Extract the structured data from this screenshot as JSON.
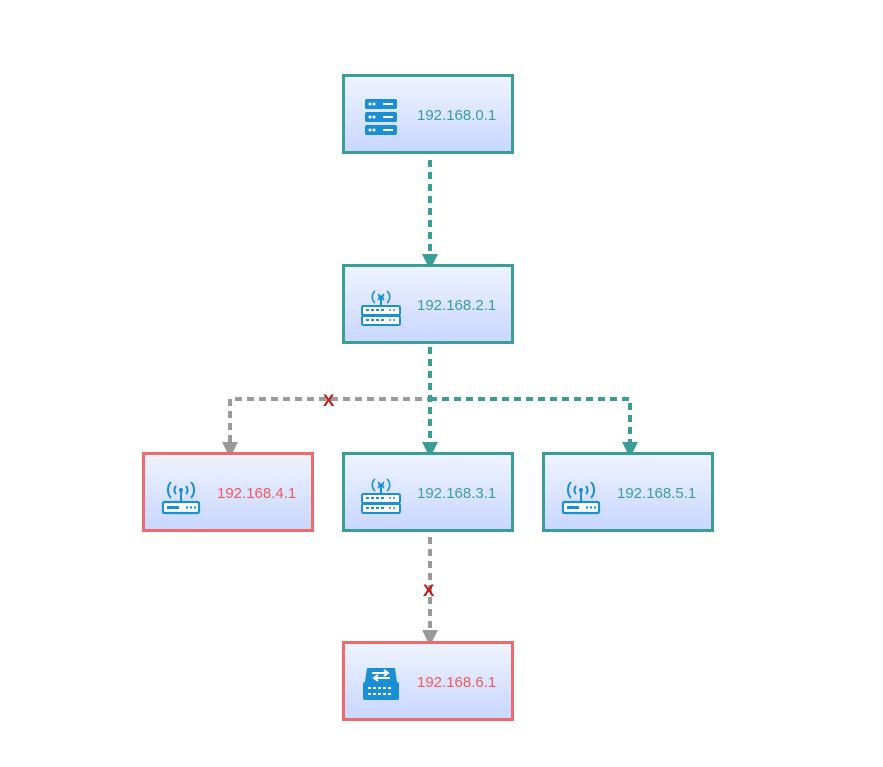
{
  "nodes": [
    {
      "id": "server",
      "ip": "192.168.0.1",
      "device": "server-icon",
      "status": "normal"
    },
    {
      "id": "router-2",
      "ip": "192.168.2.1",
      "device": "router-icon",
      "status": "normal"
    },
    {
      "id": "router-4",
      "ip": "192.168.4.1",
      "device": "wireless-router-icon",
      "status": "down"
    },
    {
      "id": "router-3",
      "ip": "192.168.3.1",
      "device": "router-icon",
      "status": "normal"
    },
    {
      "id": "router-5",
      "ip": "192.168.5.1",
      "device": "wireless-router-icon",
      "status": "normal"
    },
    {
      "id": "switch-6",
      "ip": "192.168.6.1",
      "device": "switch-icon",
      "status": "down"
    }
  ],
  "links": [
    {
      "from": "192.168.0.1",
      "to": "192.168.2.1",
      "status": "up"
    },
    {
      "from": "192.168.2.1",
      "to": "192.168.4.1",
      "status": "down",
      "mark": "X"
    },
    {
      "from": "192.168.2.1",
      "to": "192.168.3.1",
      "status": "up"
    },
    {
      "from": "192.168.2.1",
      "to": "192.168.5.1",
      "status": "up"
    },
    {
      "from": "192.168.3.1",
      "to": "192.168.6.1",
      "status": "down",
      "mark": "X"
    }
  ],
  "colors": {
    "up": "#3a9e96",
    "down": "#9a9a9a",
    "down_border": "#ef6a6a",
    "icon": "#1a8fd6",
    "mark": "#c01818"
  }
}
